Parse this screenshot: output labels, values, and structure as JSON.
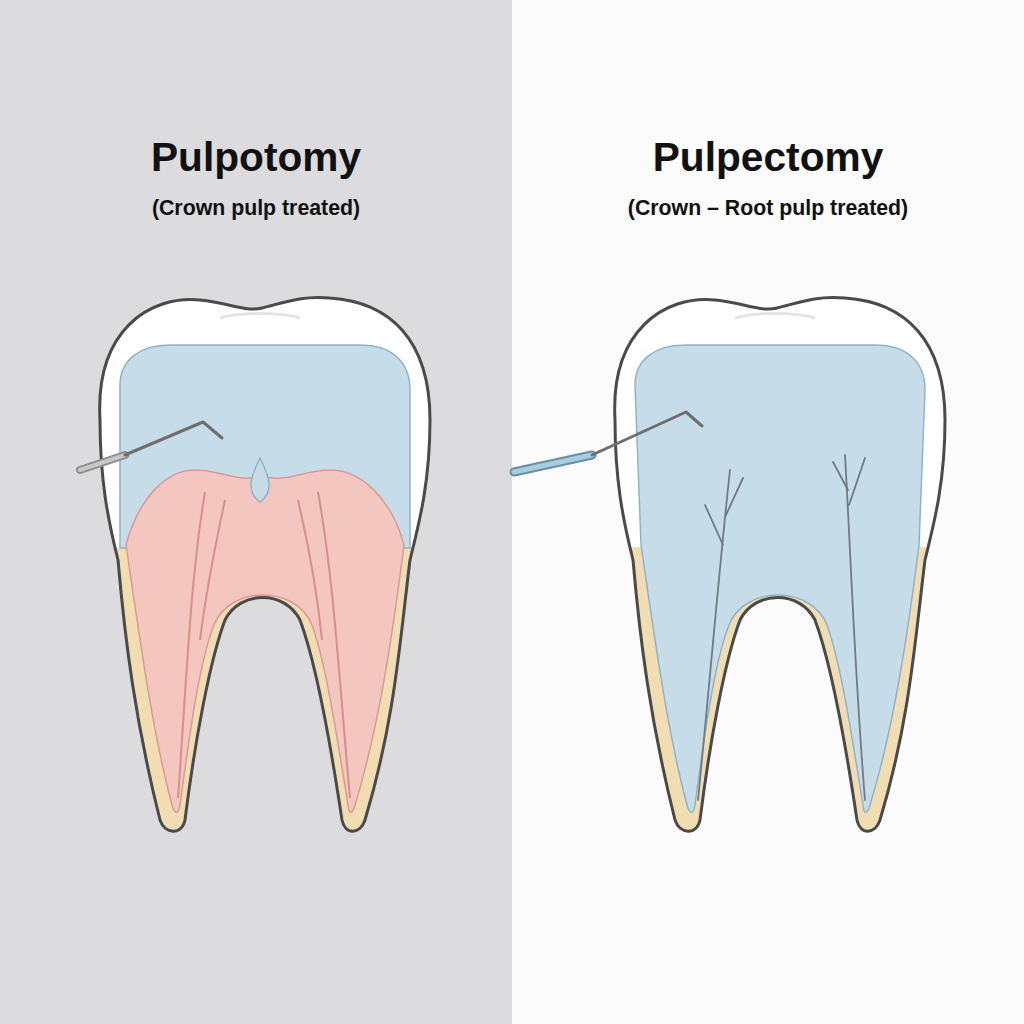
{
  "diagram": {
    "nodes": [
      {
        "text": [
          "Pulpotomy",
          "(Crown pulp treated)"
        ]
      },
      {
        "text": [
          "Pulpectomy",
          "(Crown – Root pulp treated)"
        ]
      }
    ]
  }
}
